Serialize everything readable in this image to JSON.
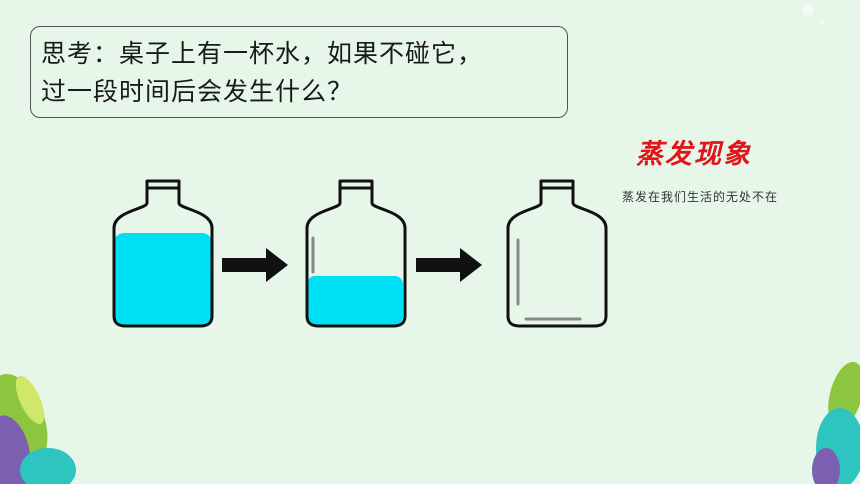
{
  "question": {
    "line1": "思考：桌子上有一杯水，如果不碰它，",
    "line2": "过一段时间后会发生什么？"
  },
  "phenomenon": {
    "title": "蒸发现象",
    "subtitle": "蒸发在我们生活的无处不在"
  },
  "bottles": [
    {
      "water_level": 0.85
    },
    {
      "water_level": 0.4
    },
    {
      "water_level": 0
    }
  ],
  "colors": {
    "water": "#00e0f5",
    "title": "#e0161c",
    "background": "#e6f6e9"
  }
}
